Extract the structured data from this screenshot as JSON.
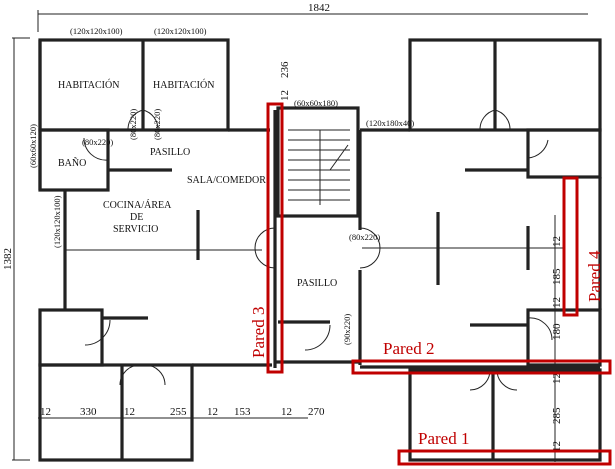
{
  "overall_dims": {
    "width": "1842",
    "height": "1382"
  },
  "rooms": {
    "bedroom_1": "HABITACIÓN",
    "bedroom_2": "HABITACIÓN",
    "hall_upper": "PASILLO",
    "bathroom": "BAÑO",
    "living_dining": "SALA/COMEDOR",
    "kitchen_line1": "COCINA/ÁREA",
    "kitchen_line2": "DE",
    "kitchen_line3": "SERVICIO",
    "hall_center": "PASILLO"
  },
  "openings": {
    "window_bed1": "(120x120x100)",
    "window_bed2": "(120x120x100)",
    "door_bath": "(80x220)",
    "door_bed1": "(80x220)",
    "door_bed2": "(80x220)",
    "window_bath": "(60x60x120)",
    "window_kitchen": "(120x120x100)",
    "window_stair": "(60x60x180)",
    "window_stair_side": "(120x180x40)",
    "door_center": "(80x220)",
    "door_lower": "(90x220)"
  },
  "dims": {
    "stair_top": "236",
    "stair_wall": "12",
    "right_1": "12",
    "right_2": "185",
    "right_3": "12",
    "right_4": "180",
    "right_5": "12",
    "right_6": "285",
    "right_7": "12",
    "bottom": [
      "12",
      "330",
      "12",
      "255",
      "12",
      "153",
      "12",
      "270"
    ]
  },
  "walls": {
    "pared_1": "Pared 1",
    "pared_2": "Pared 2",
    "pared_3": "Pared 3",
    "pared_4": "Pared 4"
  },
  "highlight_color": "#c00000"
}
